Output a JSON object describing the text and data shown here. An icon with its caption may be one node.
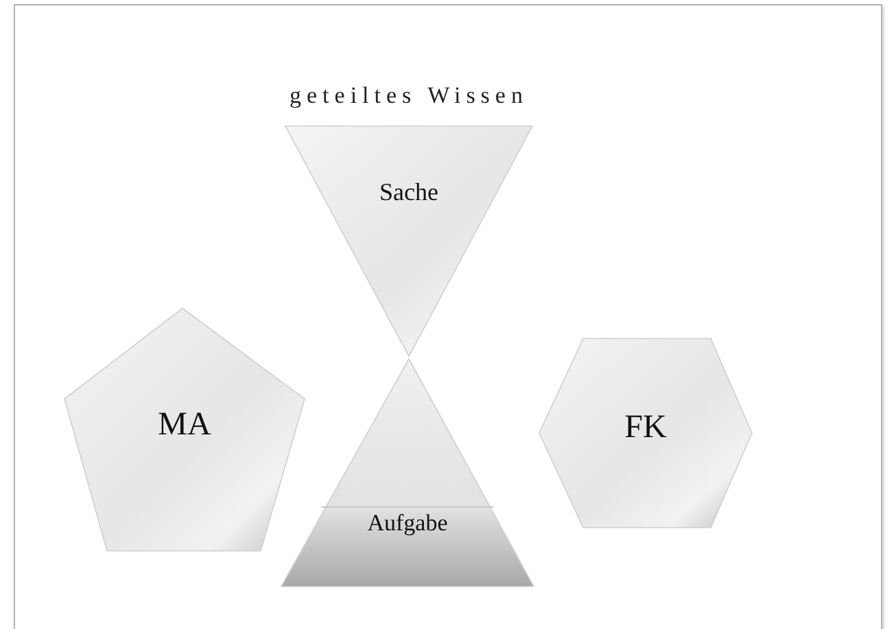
{
  "diagram": {
    "title": "geteiltes Wissen",
    "nodes": [
      {
        "text": [
          "Sache"
        ]
      },
      {
        "text": [
          "Aufgabe"
        ]
      },
      {
        "text": [
          "MA"
        ]
      },
      {
        "text": [
          "FK"
        ]
      }
    ]
  }
}
